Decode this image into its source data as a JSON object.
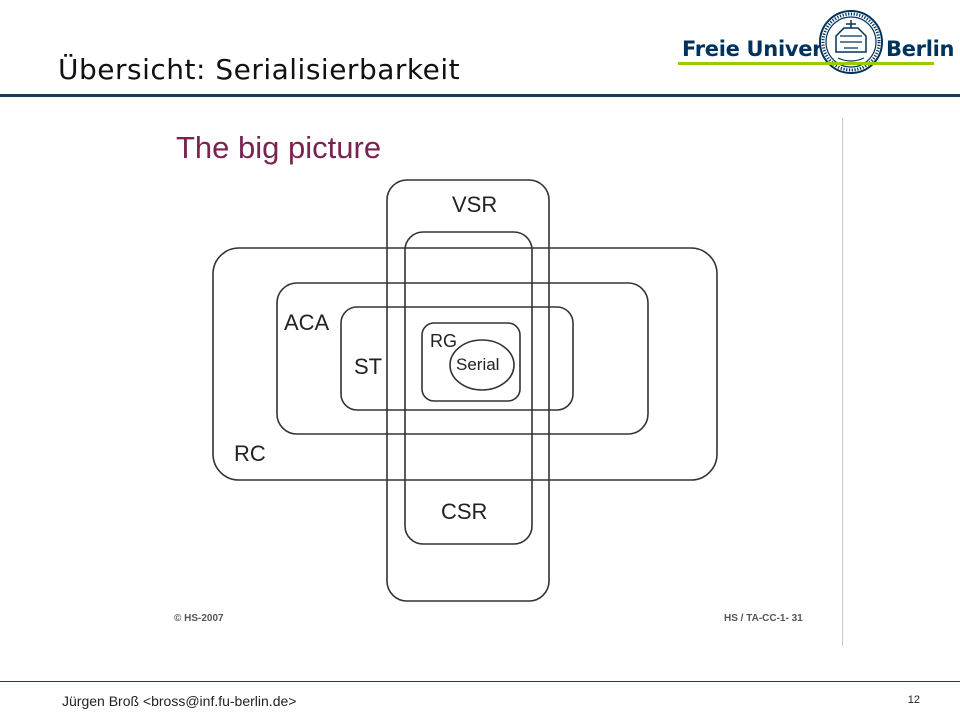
{
  "slide": {
    "title": "Übersicht: Serialisierbarkeit"
  },
  "logo": {
    "wordmark_left": "Freie Universität",
    "wordmark_right": "Berlin",
    "colors": {
      "text": "#00335c",
      "accent": "#99cc00"
    }
  },
  "figure": {
    "title": "The big picture",
    "labels": {
      "vsr": "VSR",
      "aca": "ACA",
      "st": "ST",
      "rg": "RG",
      "serial": "Serial",
      "rc": "RC",
      "csr": "CSR"
    },
    "copyright": "© HS-2007",
    "reference": "HS / TA-CC-1- 31",
    "colors": {
      "title": "#7b2350",
      "outline": "#333333"
    }
  },
  "footer": {
    "author": "Jürgen Broß <bross@inf.fu-berlin.de>",
    "page_number": "12"
  }
}
